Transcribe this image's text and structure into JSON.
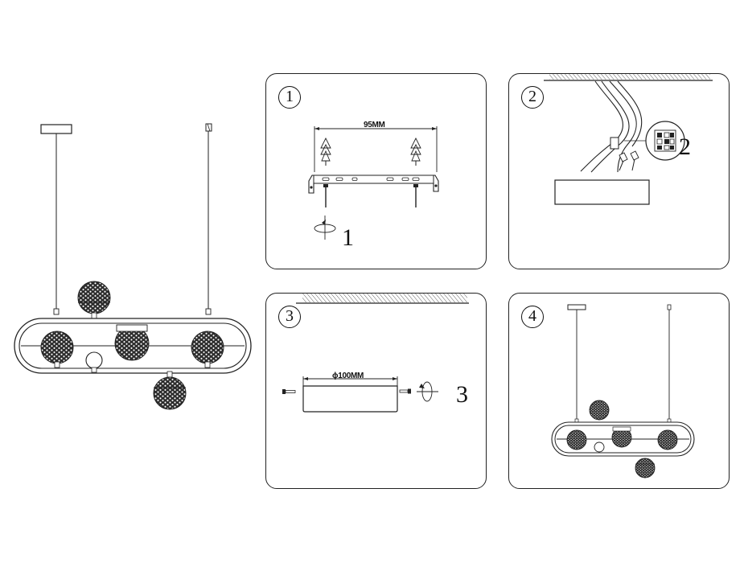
{
  "steps": [
    {
      "number": "1",
      "sub_label": "1",
      "dimension": "95MM"
    },
    {
      "number": "2",
      "sub_label": "2"
    },
    {
      "number": "3",
      "sub_label": "3",
      "dimension": "ϕ100MM"
    },
    {
      "number": "4"
    }
  ],
  "colors": {
    "line": "#222222",
    "mesh": "#2a2a2a",
    "background": "#ffffff"
  },
  "icons": [
    "rotate-icon",
    "screw-icon",
    "anchor-icon",
    "mesh-globe-icon"
  ]
}
